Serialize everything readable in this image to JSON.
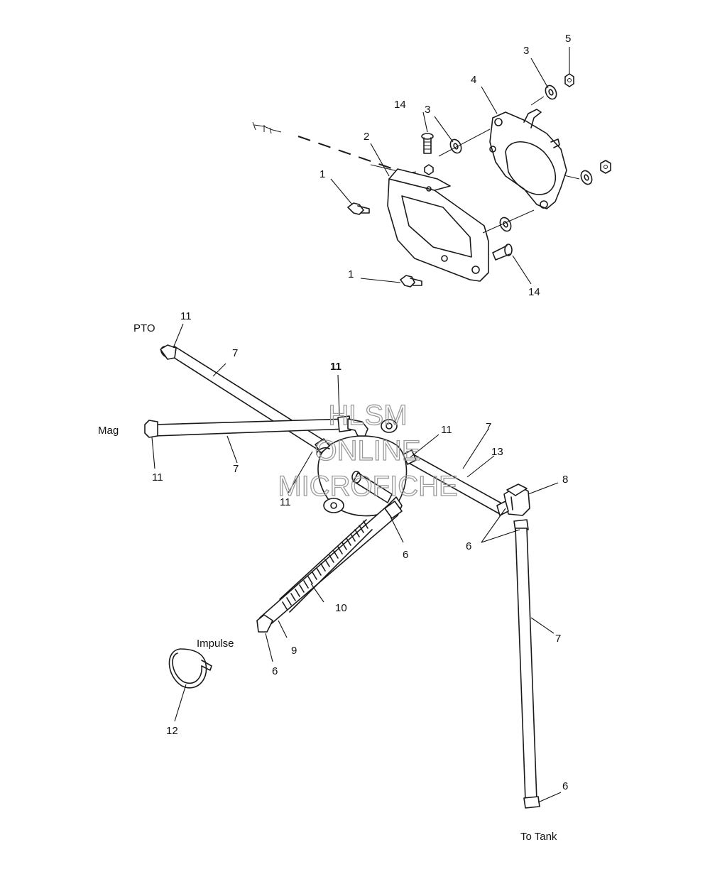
{
  "labels": {
    "pto": "PTO",
    "mag": "Mag",
    "impulse": "Impulse",
    "to_tank": "To Tank"
  },
  "callouts": {
    "c1a": "1",
    "c1b": "1",
    "c2": "2",
    "c3a": "3",
    "c3b": "3",
    "c4": "4",
    "c5": "5",
    "c14a": "14",
    "c14b": "14",
    "c11_pto": "11",
    "c11_mag": "11",
    "c11_top": "11",
    "c11_mid": "11",
    "c11_low": "11",
    "c7_pto": "7",
    "c7_mag": "7",
    "c7_right": "7",
    "c7_vert": "7",
    "c13": "13",
    "c8": "8",
    "c6_pair": "6",
    "c6_mid": "6",
    "c6_impulse": "6",
    "c6_tank": "6",
    "c10": "10",
    "c9": "9",
    "c12": "12"
  },
  "watermark": {
    "line1": "HLSM",
    "line2": "ONLINE",
    "line3": "MICROFICHE"
  }
}
